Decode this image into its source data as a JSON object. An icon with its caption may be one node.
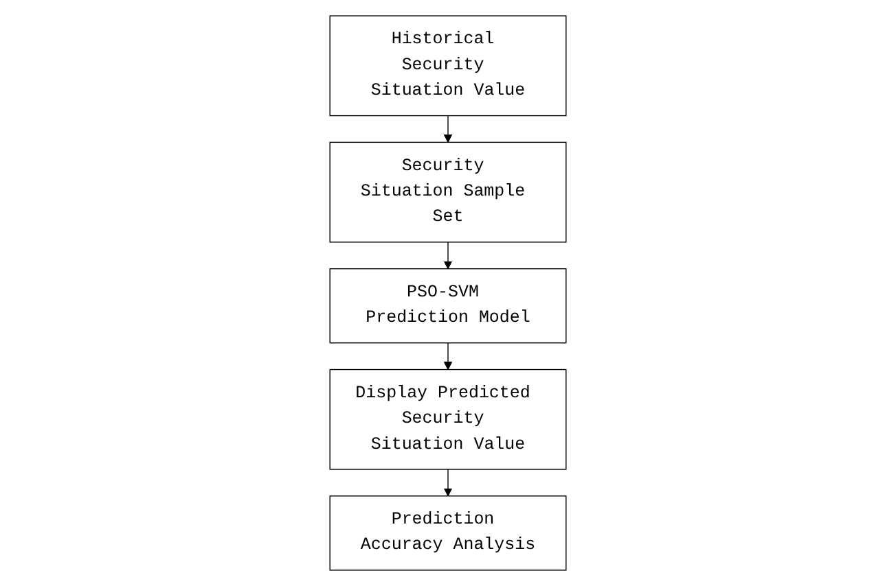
{
  "diagram": {
    "nodes": [
      {
        "text": [
          "Historical Security Situation Value"
        ]
      },
      {
        "text": [
          "Security Situation Sample Set"
        ]
      },
      {
        "text": [
          "PSO-SVM Prediction Model"
        ]
      },
      {
        "text": [
          "Display Predicted Security Situation Value"
        ]
      },
      {
        "text": [
          "Prediction Accuracy Analysis"
        ]
      }
    ],
    "edges": [
      {
        "from": 0,
        "to": 1,
        "arrow": "to"
      },
      {
        "from": 1,
        "to": 2,
        "arrow": "to"
      },
      {
        "from": 2,
        "to": 3,
        "arrow": "to"
      },
      {
        "from": 3,
        "to": 4,
        "arrow": "to"
      }
    ]
  }
}
